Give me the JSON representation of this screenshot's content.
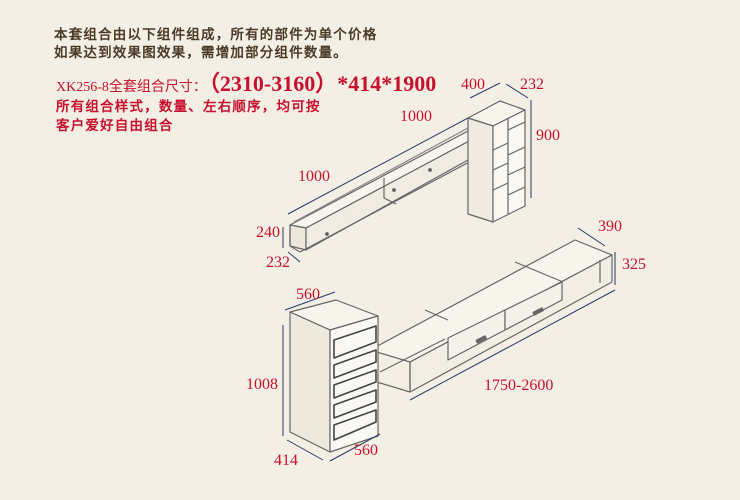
{
  "notes": {
    "line1": "本套组合由以下组件组成，所有的部件为单个价格",
    "line2": "如果达到效果图效果，需增加部分组件数量。"
  },
  "title": {
    "model_label": "XK256-8全套组合尺寸：",
    "overall_dimensions": "（2310-3160）*414*1900"
  },
  "combination_note": {
    "line1": "所有组合样式，数量、左右顺序，均可按",
    "line2": "客户爱好自由组合"
  },
  "colors": {
    "background": "#f3efe4",
    "note_text": "#4a3a28",
    "accent_red": "#c8102e",
    "line_art": "#555555",
    "dimension_line": "#2a3a6a"
  },
  "components": {
    "wall_shelf": {
      "length_left": "1000",
      "length_right": "1000",
      "height": "240",
      "depth": "232"
    },
    "bookshelf_tower": {
      "width": "400",
      "depth": "232",
      "height": "900"
    },
    "tv_stand": {
      "length": "1750-2600",
      "depth": "390",
      "height": "325"
    },
    "drawer_chest": {
      "width": "560",
      "depth": "414",
      "height": "1008",
      "front_width": "560"
    }
  }
}
